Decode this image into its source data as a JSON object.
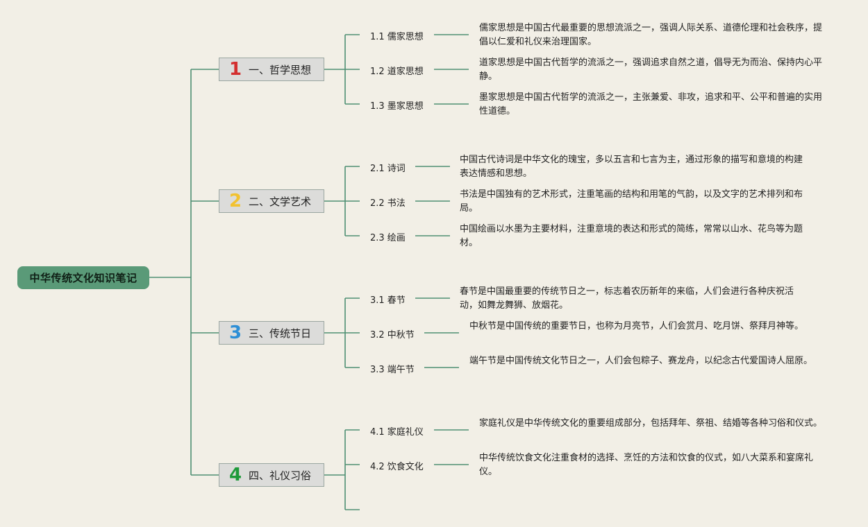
{
  "root": {
    "label": "中华传统文化知识笔记"
  },
  "branches": [
    {
      "number": "1",
      "number_color": "#d32f2f",
      "title": "一、哲学思想",
      "items": [
        {
          "label": "1.1 儒家思想",
          "desc": "儒家思想是中国古代最重要的思想流派之一，强调人际关系、道德伦理和社会秩序，提倡以仁爱和礼仪来治理国家。"
        },
        {
          "label": "1.2 道家思想",
          "desc": "道家思想是中国古代哲学的流派之一，强调追求自然之道，倡导无为而治、保持内心平静。"
        },
        {
          "label": "1.3 墨家思想",
          "desc": "墨家思想是中国古代哲学的流派之一，主张兼爱、非攻，追求和平、公平和普遍的实用性道德。"
        }
      ]
    },
    {
      "number": "2",
      "number_color": "#f2c230",
      "title": "二、文学艺术",
      "items": [
        {
          "label": "2.1 诗词",
          "desc": "中国古代诗词是中华文化的瑰宝，多以五言和七言为主，通过形象的描写和意境的构建表达情感和思想。"
        },
        {
          "label": "2.2 书法",
          "desc": "书法是中国独有的艺术形式，注重笔画的结构和用笔的气韵，以及文字的艺术排列和布局。"
        },
        {
          "label": "2.3 绘画",
          "desc": "中国绘画以水墨为主要材料，注重意境的表达和形式的简练，常常以山水、花鸟等为题材。"
        }
      ]
    },
    {
      "number": "3",
      "number_color": "#2e8fd6",
      "title": "三、传统节日",
      "items": [
        {
          "label": "3.1 春节",
          "desc": "春节是中国最重要的传统节日之一，标志着农历新年的来临，人们会进行各种庆祝活动，如舞龙舞狮、放烟花。"
        },
        {
          "label": "3.2 中秋节",
          "desc": "中秋节是中国传统的重要节日，也称为月亮节，人们会赏月、吃月饼、祭拜月神等。"
        },
        {
          "label": "3.3 端午节",
          "desc": "端午节是中国传统文化节日之一，人们会包粽子、赛龙舟，以纪念古代爱国诗人屈原。"
        }
      ]
    },
    {
      "number": "4",
      "number_color": "#1f9a3a",
      "title": "四、礼仪习俗",
      "items": [
        {
          "label": "4.1 家庭礼仪",
          "desc": "家庭礼仪是中华传统文化的重要组成部分，包括拜年、祭祖、结婚等各种习俗和仪式。"
        },
        {
          "label": "4.2 饮食文化",
          "desc": "中华传统饮食文化注重食材的选择、烹饪的方法和饮食的仪式，如八大菜系和宴席礼仪。"
        }
      ]
    }
  ]
}
